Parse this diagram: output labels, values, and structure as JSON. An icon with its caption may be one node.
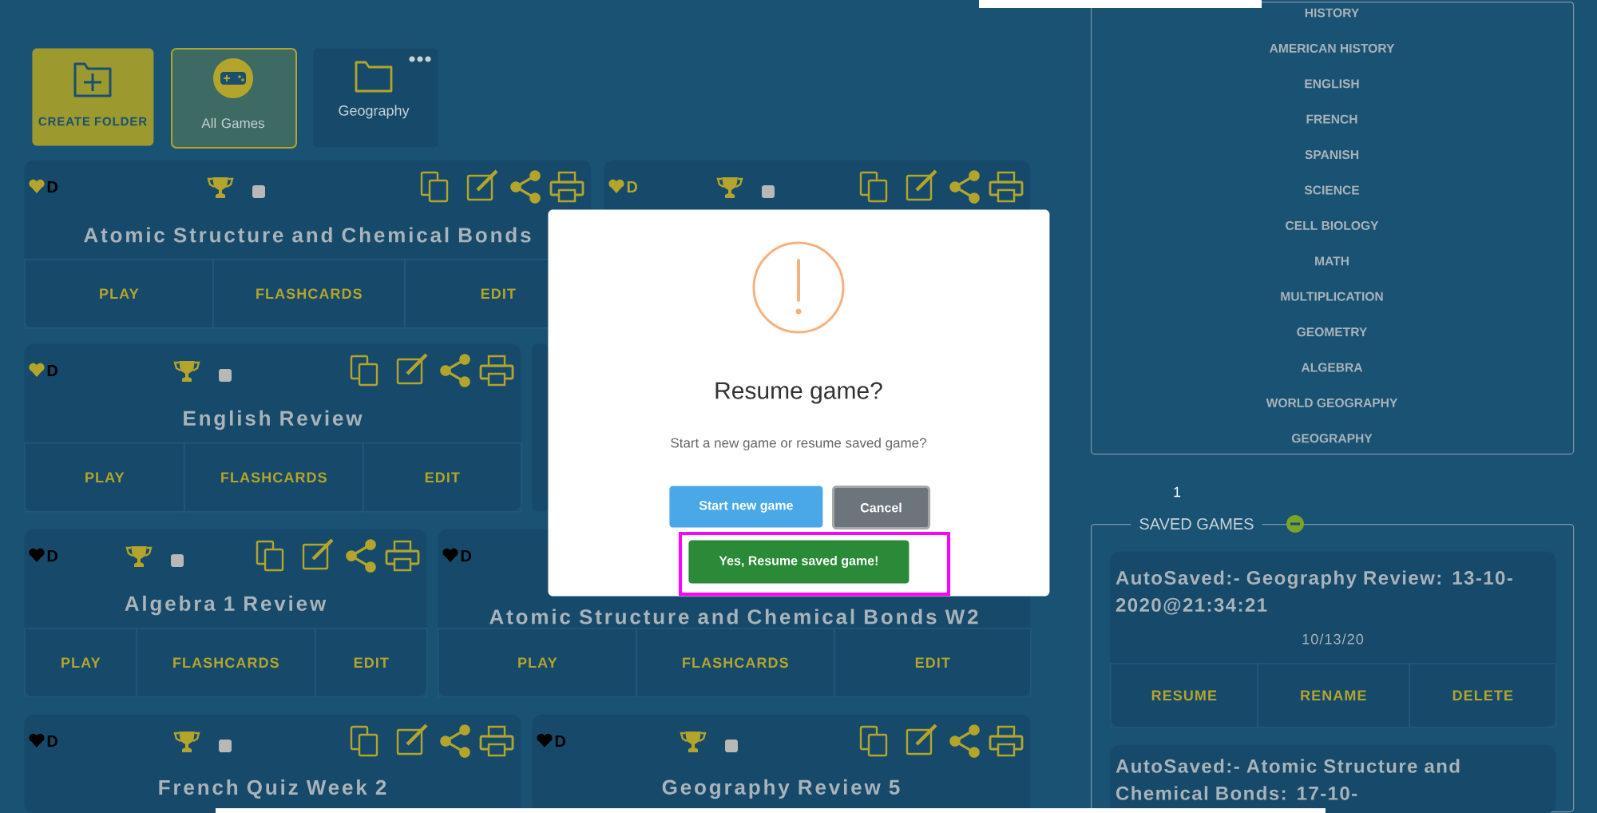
{
  "diagram": {
    "nodes": [
      {
        "text": [
          "CREATE FOLDER"
        ]
      },
      {
        "text": [
          "All Games"
        ]
      },
      {
        "text": [
          "Geography"
        ]
      },
      {
        "text": [
          "D",
          "Atomic Structure and Chemical Bonds"
        ]
      },
      {
        "text": [
          "PLAY"
        ],
        "in": 3
      },
      {
        "text": [
          "FLASHCARDS"
        ],
        "in": 3
      },
      {
        "text": [
          "EDIT"
        ],
        "in": 3
      },
      {
        "text": [
          "D"
        ]
      },
      {
        "text": [
          "D",
          "English Review"
        ]
      },
      {
        "text": [
          "PLAY"
        ],
        "in": 8
      },
      {
        "text": [
          "FLASHCARDS"
        ],
        "in": 8
      },
      {
        "text": [
          "EDIT"
        ],
        "in": 8
      },
      {
        "text": [],
        "shape": "box"
      },
      {
        "text": [
          "D",
          "Algebra 1 Review"
        ]
      },
      {
        "text": [
          "PLAY"
        ],
        "in": 13
      },
      {
        "text": [
          "FLASHCARDS"
        ],
        "in": 13
      },
      {
        "text": [
          "EDIT"
        ],
        "in": 13
      },
      {
        "text": [
          "D",
          "Atomic Structure and Chemical Bonds W2"
        ]
      },
      {
        "text": [
          "PLAY"
        ],
        "in": 17
      },
      {
        "text": [
          "FLASHCARDS"
        ],
        "in": 17
      },
      {
        "text": [
          "EDIT"
        ],
        "in": 17
      },
      {
        "text": [
          "D",
          "French Quiz Week 2"
        ]
      },
      {
        "text": [
          "D",
          "Geography Review 5"
        ]
      },
      {
        "text": [
          "HISTORY",
          "AMERICAN HISTORY",
          "ENGLISH",
          "FRENCH",
          "SPANISH",
          "SCIENCE",
          "CELL BIOLOGY",
          "MATH",
          "MULTIPLICATION",
          "GEOMETRY",
          "ALGEBRA",
          "WORLD GEOGRAPHY",
          "GEOGRAPHY"
        ]
      },
      {
        "text": [
          "SAVED GAMES"
        ]
      },
      {
        "text": [
          "AutoSaved:- Geography Review: 13-10-2020@21:34:21",
          "10/13/20"
        ],
        "in": 24
      },
      {
        "text": [
          "RESUME"
        ],
        "in": 25
      },
      {
        "text": [
          "RENAME"
        ],
        "in": 25
      },
      {
        "text": [
          "DELETE"
        ],
        "in": 25
      },
      {
        "text": [
          "AutoSaved:- Atomic Structure and Chemical Bonds: 17-10-"
        ],
        "in": 24
      },
      {
        "text": [
          "Resume game?",
          "Start a new game or resume saved game?"
        ]
      },
      {
        "text": [
          "Start new game"
        ],
        "in": 30
      },
      {
        "text": [
          "Cancel"
        ],
        "in": 30
      },
      {
        "text": [],
        "shape": "box"
      },
      {
        "text": [
          "Yes, Resume saved game!"
        ],
        "in": 33
      }
    ],
    "labels": [
      "1"
    ]
  }
}
